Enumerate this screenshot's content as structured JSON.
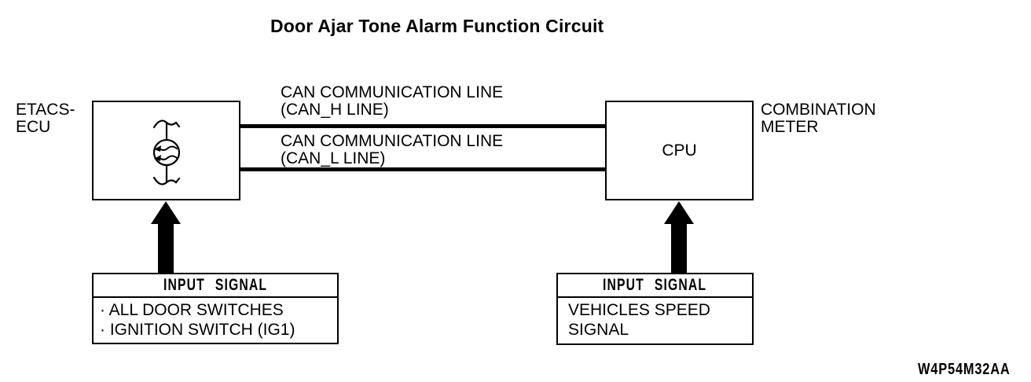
{
  "title": "Door Ajar Tone Alarm Function Circuit",
  "etacs": {
    "label_line1": "ETACS-",
    "label_line2": "ECU"
  },
  "cpu": {
    "label": "CPU",
    "outer_label_line1": "COMBINATION",
    "outer_label_line2": "METER"
  },
  "can_lines": [
    {
      "name_line1": "CAN COMMUNICATION LINE",
      "name_line2": "(CAN_H LINE)"
    },
    {
      "name_line1": "CAN COMMUNICATION LINE",
      "name_line2": "(CAN_L LINE)"
    }
  ],
  "left_input": {
    "header": "INPUT SIGNAL",
    "items": [
      "· ALL DOOR SWITCHES",
      "· IGNITION SWITCH (IG1)"
    ]
  },
  "right_input": {
    "header": "INPUT SIGNAL",
    "lines": [
      "VEHICLES SPEED",
      "SIGNAL"
    ]
  },
  "figure_code": "W4P54M32AA",
  "colors": {
    "background": "#ffffff",
    "line": "#000000",
    "text": "#000000"
  }
}
